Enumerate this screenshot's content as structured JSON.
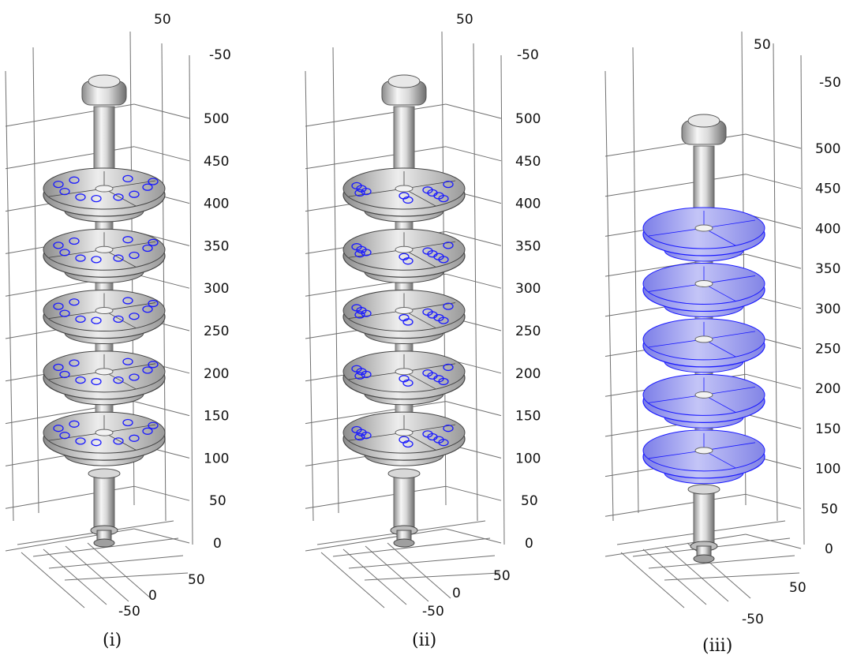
{
  "panels": [
    {
      "caption": "(i)",
      "z_ticks": [
        "500",
        "450",
        "400",
        "350",
        "300",
        "250",
        "200",
        "150",
        "100",
        "50",
        "0"
      ],
      "top_ticks": [
        "50",
        "-50"
      ],
      "bottom_ticks": [
        "50",
        "0",
        "-50"
      ],
      "highlight": "dots"
    },
    {
      "caption": "(ii)",
      "z_ticks": [
        "500",
        "450",
        "400",
        "350",
        "300",
        "250",
        "200",
        "150",
        "100",
        "50",
        "0"
      ],
      "top_ticks": [
        "50",
        "-50"
      ],
      "bottom_ticks": [
        "50",
        "0",
        "-50"
      ],
      "highlight": "clustered-dots"
    },
    {
      "caption": "(iii)",
      "z_ticks": [
        "500",
        "450",
        "400",
        "350",
        "300",
        "250",
        "200",
        "150",
        "100",
        "50",
        "0"
      ],
      "top_ticks": [
        "50",
        "-50"
      ],
      "bottom_ticks": [
        "50",
        "-50"
      ],
      "highlight": "full-surface"
    }
  ],
  "colors": {
    "grid": "#6f6f6f",
    "highlight": "#1a1aff",
    "highlight_fill": "#9a9cf0",
    "metal_dark": "#7a7a7a",
    "metal_light": "#f4f4f4"
  }
}
